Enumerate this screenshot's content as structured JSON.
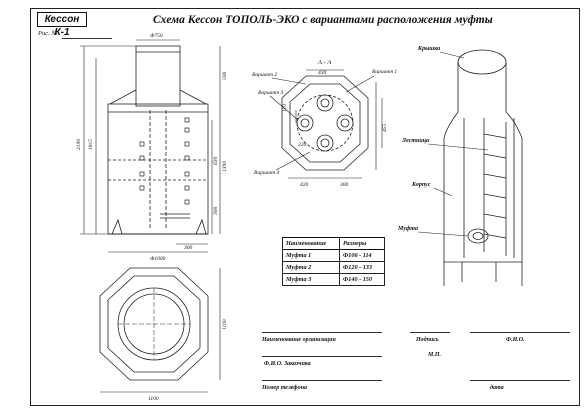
{
  "stamp": "Кессон К-1",
  "title": "Схема Кессон ТОПОЛЬ-ЭКО с вариантами расположения муфты",
  "figure_label": "Рис. №",
  "section_label": "А - А",
  "dims": {
    "d750": "Ф750",
    "h2190": "2190",
    "h1815": "1815",
    "h500": "500",
    "h1390": "1390",
    "h630": "630",
    "h300a": "300",
    "h300b": "300",
    "d1000": "Ф1000",
    "w1100": "1100",
    "h1100": "1100",
    "top430": "430",
    "left420": "420",
    "right300": "300",
    "r455": "455",
    "s220": "220",
    "s110": "110",
    "v1": "Вариант 1",
    "v2": "Вариант 2",
    "v3": "Вариант 3",
    "v4": "Вариант 4"
  },
  "labels_3d": {
    "lid": "Крышка",
    "ladder": "Лестница",
    "body": "Корпус",
    "sleeve": "Муфта"
  },
  "table": {
    "headers": [
      "Наименование",
      "Размеры"
    ],
    "rows": [
      [
        "Муфта 1",
        "Ф106 - 114"
      ],
      [
        "Муфта 2",
        "Ф120 - 133"
      ],
      [
        "Муфта 3",
        "Ф140 - 150"
      ]
    ]
  },
  "form": {
    "org": "Наименование организации",
    "signature": "Подпись",
    "fio_top": "Ф.И.О.",
    "mp": "М.П.",
    "customer": "Ф.И.О.  Заказчика",
    "phone": "Номер телефона",
    "date": "дата"
  }
}
